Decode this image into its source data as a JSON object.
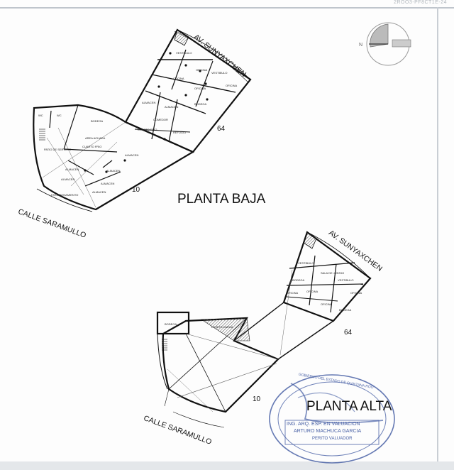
{
  "header_code": "2ROO3-PF8CT1E-24",
  "planta_baja": {
    "title": "PLANTA BAJA",
    "street_top": "AV. SUNYAXCHEN",
    "street_bottom": "CALLE SARAMULLO",
    "lot_64": "64",
    "lot_10": "10",
    "rooms": [
      "VESTIBULO",
      "OFICINA",
      "VESTIBULO",
      "OFICINA",
      "COCINA",
      "OFICINA",
      "BODEGA",
      "ALMACEN",
      "COMEDOR",
      "CUARTO FRIO",
      "REFUGIO",
      "ALMACEN",
      "BODEGA",
      "AREA ACHADA",
      "CUARTO FRIO",
      "ALMACEN",
      "PATIO DE SERVICIO",
      "ALMACEN",
      "ALMACEN",
      "ESTACIONAMIENTO",
      "ALMACEN",
      "ALMACEN",
      "ALMACEN",
      "WC",
      "WC"
    ]
  },
  "planta_alta": {
    "title": "PLANTA ALTA",
    "street_top": "AV. SUNYAXCHEN",
    "street_bottom": "CALLE SARAMULLO",
    "lot_64": "64",
    "lot_10": "10",
    "rooms": [
      "VESTIBULO",
      "SALA DE JUNTAS",
      "VESTIBULO",
      "BODEGA",
      "OFICINA",
      "OFICINA",
      "OFICINA",
      "BODEGA",
      "OFICINA",
      "BODEGA",
      "LOSETA CARGA"
    ]
  },
  "stamp": {
    "line1": "ING. ARQ. ESP. EN VALUACION",
    "line2": "ARTURO MACHUCA GARCIA",
    "line3": "PERITO VALUADOR",
    "ring": "GOBIERNO DEL ESTADO DE QUINTANA ROO"
  },
  "colors": {
    "ink": "#111111",
    "stamp_blue": "#4a62a6",
    "hatch": "#555555"
  }
}
